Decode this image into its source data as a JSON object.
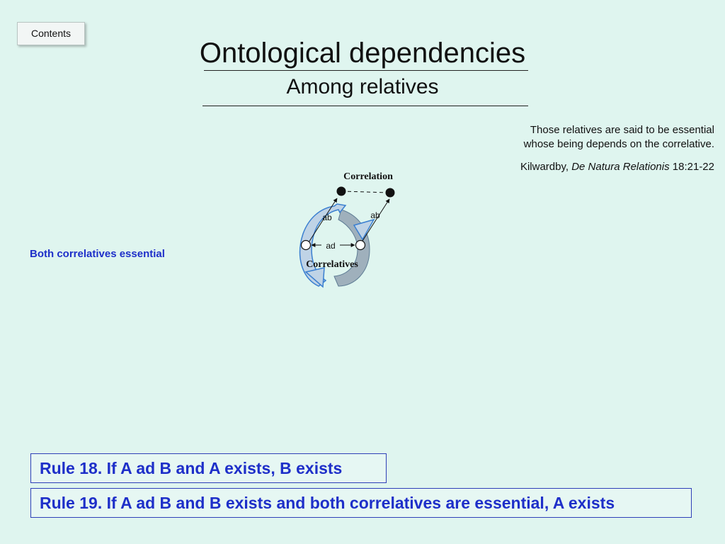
{
  "nav": {
    "contents_label": "Contents"
  },
  "header": {
    "title": "Ontological dependencies",
    "subtitle": "Among relatives"
  },
  "quote": {
    "line1": "Those relatives are said to be essential",
    "line2": "whose being depends on the correlative.",
    "author": "Kilwardby, ",
    "work": "De Natura Relationis",
    "ref": " 18:21-22"
  },
  "side_label": "Both correlatives essential",
  "diagram": {
    "correlation_label": "Correlation",
    "correlatives_label": "Correlatives",
    "ab_left": "ab",
    "ab_right": "ab",
    "ad_label": "ad"
  },
  "rules": {
    "rule18": "Rule 18. If A ad B and A exists, B exists",
    "rule19": "Rule 19. If A ad B and B exists and both correlatives are essential, A exists"
  },
  "colors": {
    "background": "#dff5ef",
    "rule_text": "#1e2fc9",
    "arrow_blue": "#3a7fd0",
    "arrow_grey": "#9fb0bc"
  }
}
